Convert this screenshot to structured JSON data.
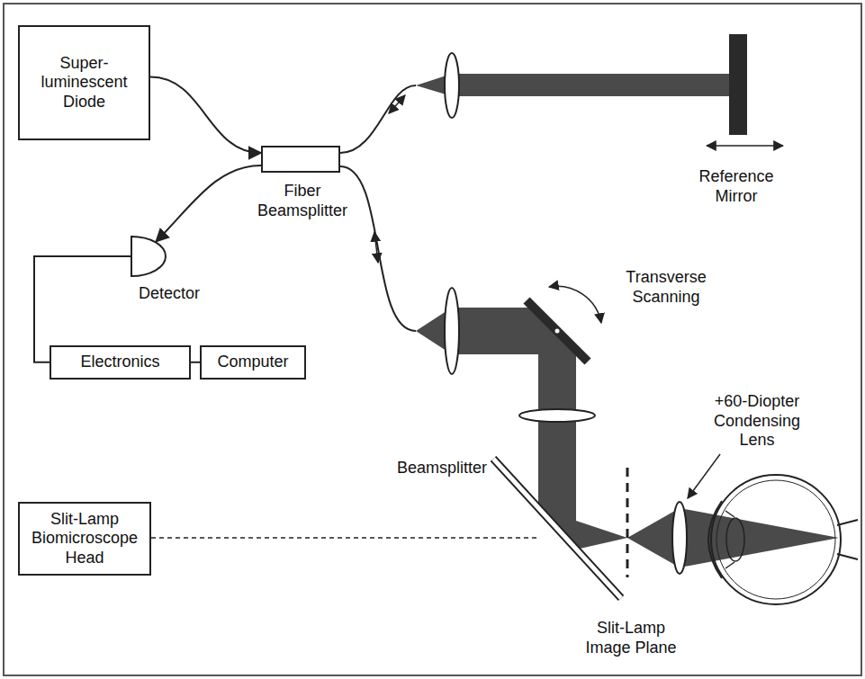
{
  "diagram": {
    "nodes": [
      {
        "text": [
          "Super- luminescent Diode"
        ]
      },
      {
        "text": [
          "Fiber Beamsplitter"
        ]
      },
      {
        "text": [
          "Detector"
        ]
      },
      {
        "text": [
          "Electronics"
        ]
      },
      {
        "text": [
          "Computer"
        ]
      },
      {
        "text": [
          "Slit-Lamp Biomicroscope Head"
        ]
      }
    ],
    "edges": [
      {
        "from": 0,
        "to": 1,
        "arrow": "to"
      },
      {
        "from": 1,
        "to": 2,
        "arrow": "to"
      },
      {
        "from": 2,
        "to": 3,
        "arrow": "none"
      },
      {
        "from": 3,
        "to": 4,
        "arrow": "none"
      }
    ],
    "labels": [
      "Reference Mirror",
      "Transverse Scanning",
      "+60-Diopter Condensing Lens",
      "Beamsplitter",
      "Slit-Lamp Image Plane"
    ]
  }
}
